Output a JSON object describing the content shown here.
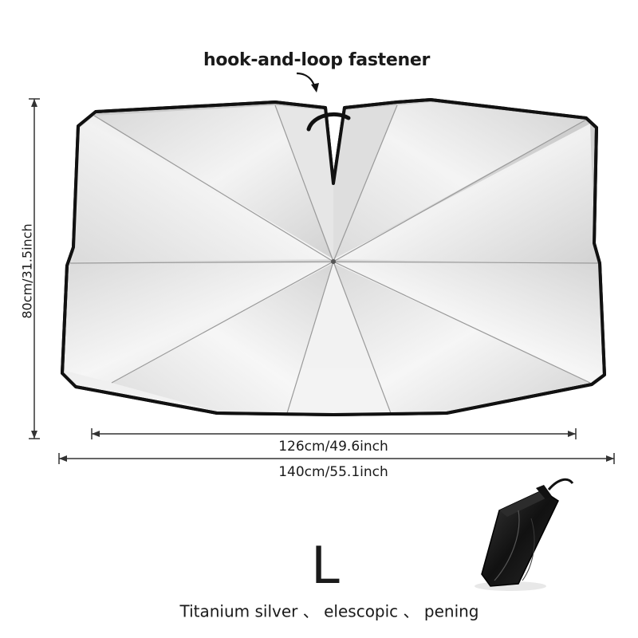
{
  "annotations": {
    "fastener": "hook-and-loop fastener",
    "height": "80cm/31.5inch",
    "inner_width": "126cm/49.6inch",
    "outer_width": "140cm/55.1inch"
  },
  "size": "L",
  "caption": "Titanium silver 、 elescopic 、 pening",
  "colors": {
    "shade_fill": "#ececec",
    "shade_edge": "#111111",
    "dimension_line": "#333333",
    "pouch": "#1b1b1b"
  },
  "icons": [
    "curved-arrow-icon",
    "umbrella-sunshade-illustration",
    "storage-pouch-illustration"
  ]
}
